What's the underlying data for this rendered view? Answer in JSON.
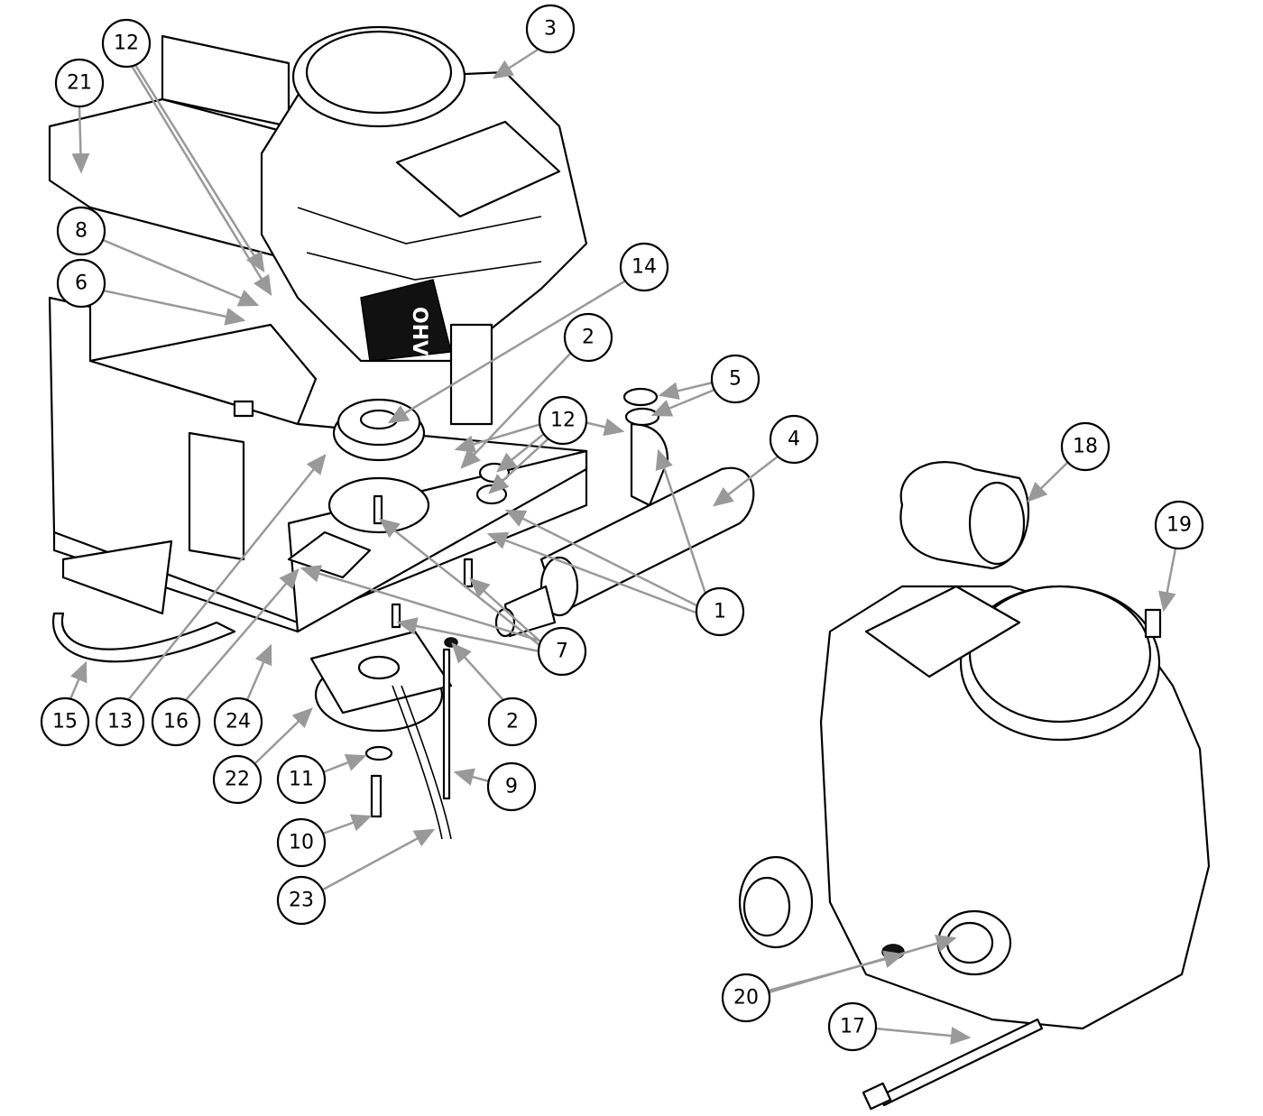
{
  "diagram": {
    "engine_marking": "OHV",
    "callouts": [
      "12",
      "3",
      "21",
      "8",
      "14",
      "6",
      "2",
      "5",
      "12",
      "4",
      "18",
      "19",
      "1",
      "7",
      "15",
      "13",
      "16",
      "24",
      "2",
      "22",
      "11",
      "9",
      "10",
      "23",
      "20",
      "17"
    ]
  }
}
